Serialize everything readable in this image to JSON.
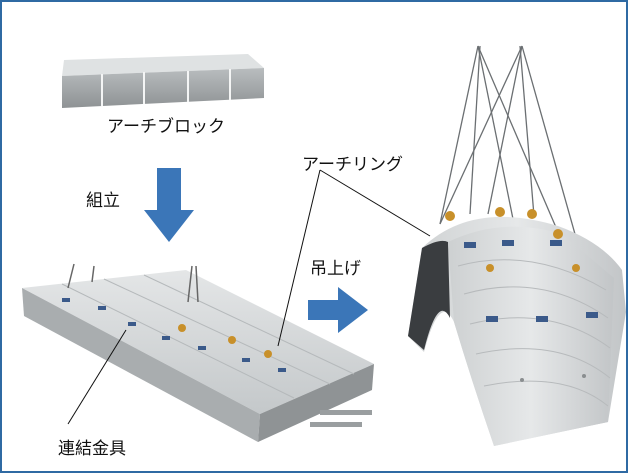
{
  "labels": {
    "arch_block": "アーチブロック",
    "assembly": "組立",
    "arch_ring": "アーチリング",
    "lift": "吊上げ",
    "connector": "連結金具"
  },
  "colors": {
    "frame": "#2f6aa3",
    "arrow": "#3b76b8",
    "concrete": "#cfd2d3",
    "concrete_dark": "#9ea2a4"
  }
}
